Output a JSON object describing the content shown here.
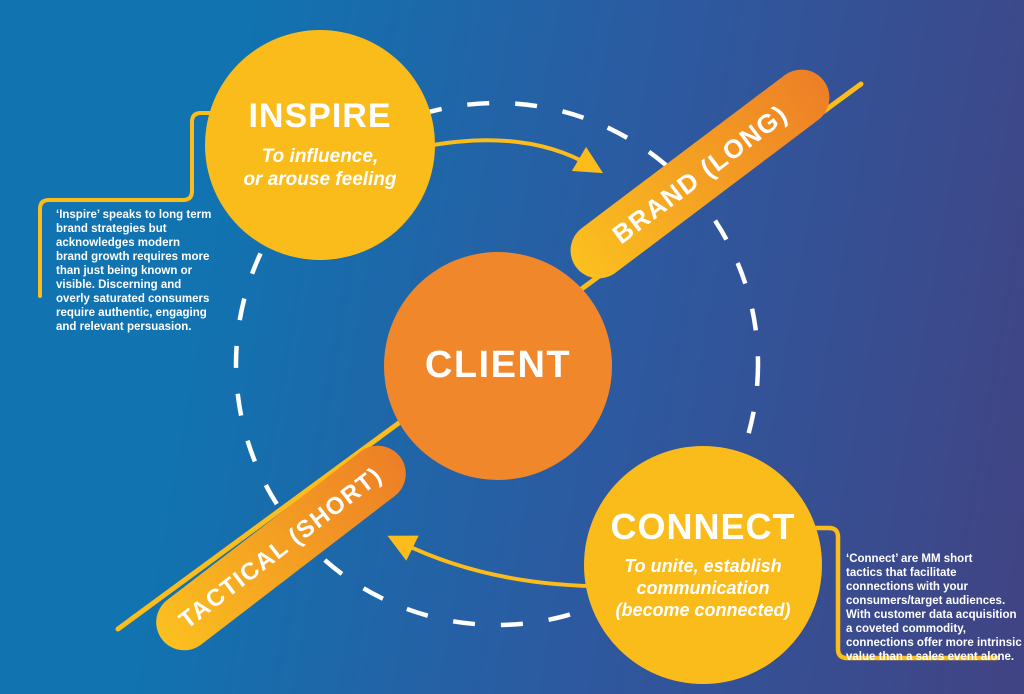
{
  "colors": {
    "background_left": "#1173B0",
    "background_right": "#414383",
    "yellow": "#F9BC1B",
    "orange": "#F0872B",
    "accent_line": "#FBBC1C",
    "text": "#FFFFFF"
  },
  "client": {
    "label": "CLIENT"
  },
  "inspire": {
    "title": "INSPIRE",
    "subtitle": "To influence,\nor arouse feeling"
  },
  "connect": {
    "title": "CONNECT",
    "subtitle": "To unite, establish\ncommunication\n(become connected)"
  },
  "axis": {
    "brand_label": "BRAND (LONG)",
    "tactical_label": "TACTICAL (SHORT)"
  },
  "notes": {
    "inspire": "‘Inspire’ speaks to long term\nbrand strategies but\nacknowledges modern\nbrand growth requires more\nthan just being known or\nvisible. Discerning and\noverly saturated consumers\nrequire authentic, engaging\nand relevant persuasion.",
    "connect": "‘Connect’ are MM short\ntactics that facilitate\nconnections with your\nconsumers/target audiences.\nWith customer data acquisition\na coveted commodity,\nconnections offer more intrinsic\nvalue than a sales event alone."
  }
}
